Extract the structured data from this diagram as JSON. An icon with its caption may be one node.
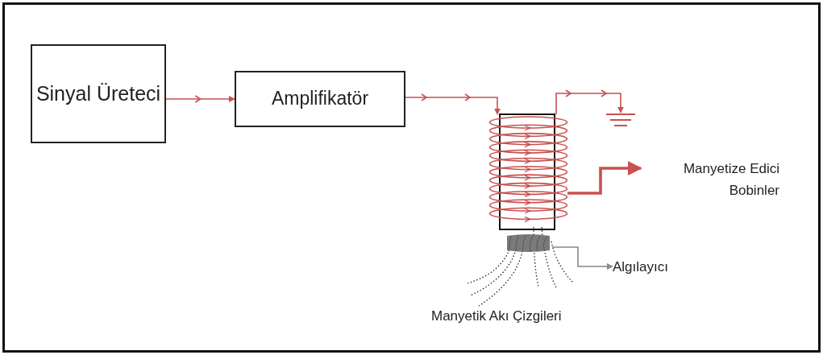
{
  "diagram": {
    "nodes": [
      {
        "text": [
          "Sinyal Üreteci"
        ]
      },
      {
        "text": [
          "Amplifikatör"
        ]
      },
      {
        "text": [],
        "shape": "coil"
      },
      {
        "text": [],
        "shape": "ground"
      },
      {
        "text": [
          "Manyetize Edici Bobinler"
        ]
      },
      {
        "text": [],
        "shape": "box"
      },
      {
        "text": [
          "Algılayıcı"
        ]
      }
    ],
    "edges": [
      {
        "from": 0,
        "to": 1,
        "arrow": "to"
      },
      {
        "from": 1,
        "to": 2,
        "arrow": "to"
      },
      {
        "from": 2,
        "to": 3,
        "arrow": "to"
      },
      {
        "from": 2,
        "to": 4,
        "arrow": "to",
        "style": "thick"
      },
      {
        "from": 5,
        "to": 6,
        "arrow": "to",
        "color": "#888888"
      }
    ],
    "labels": [
      "Manyetik Akı Çizgileri"
    ]
  }
}
